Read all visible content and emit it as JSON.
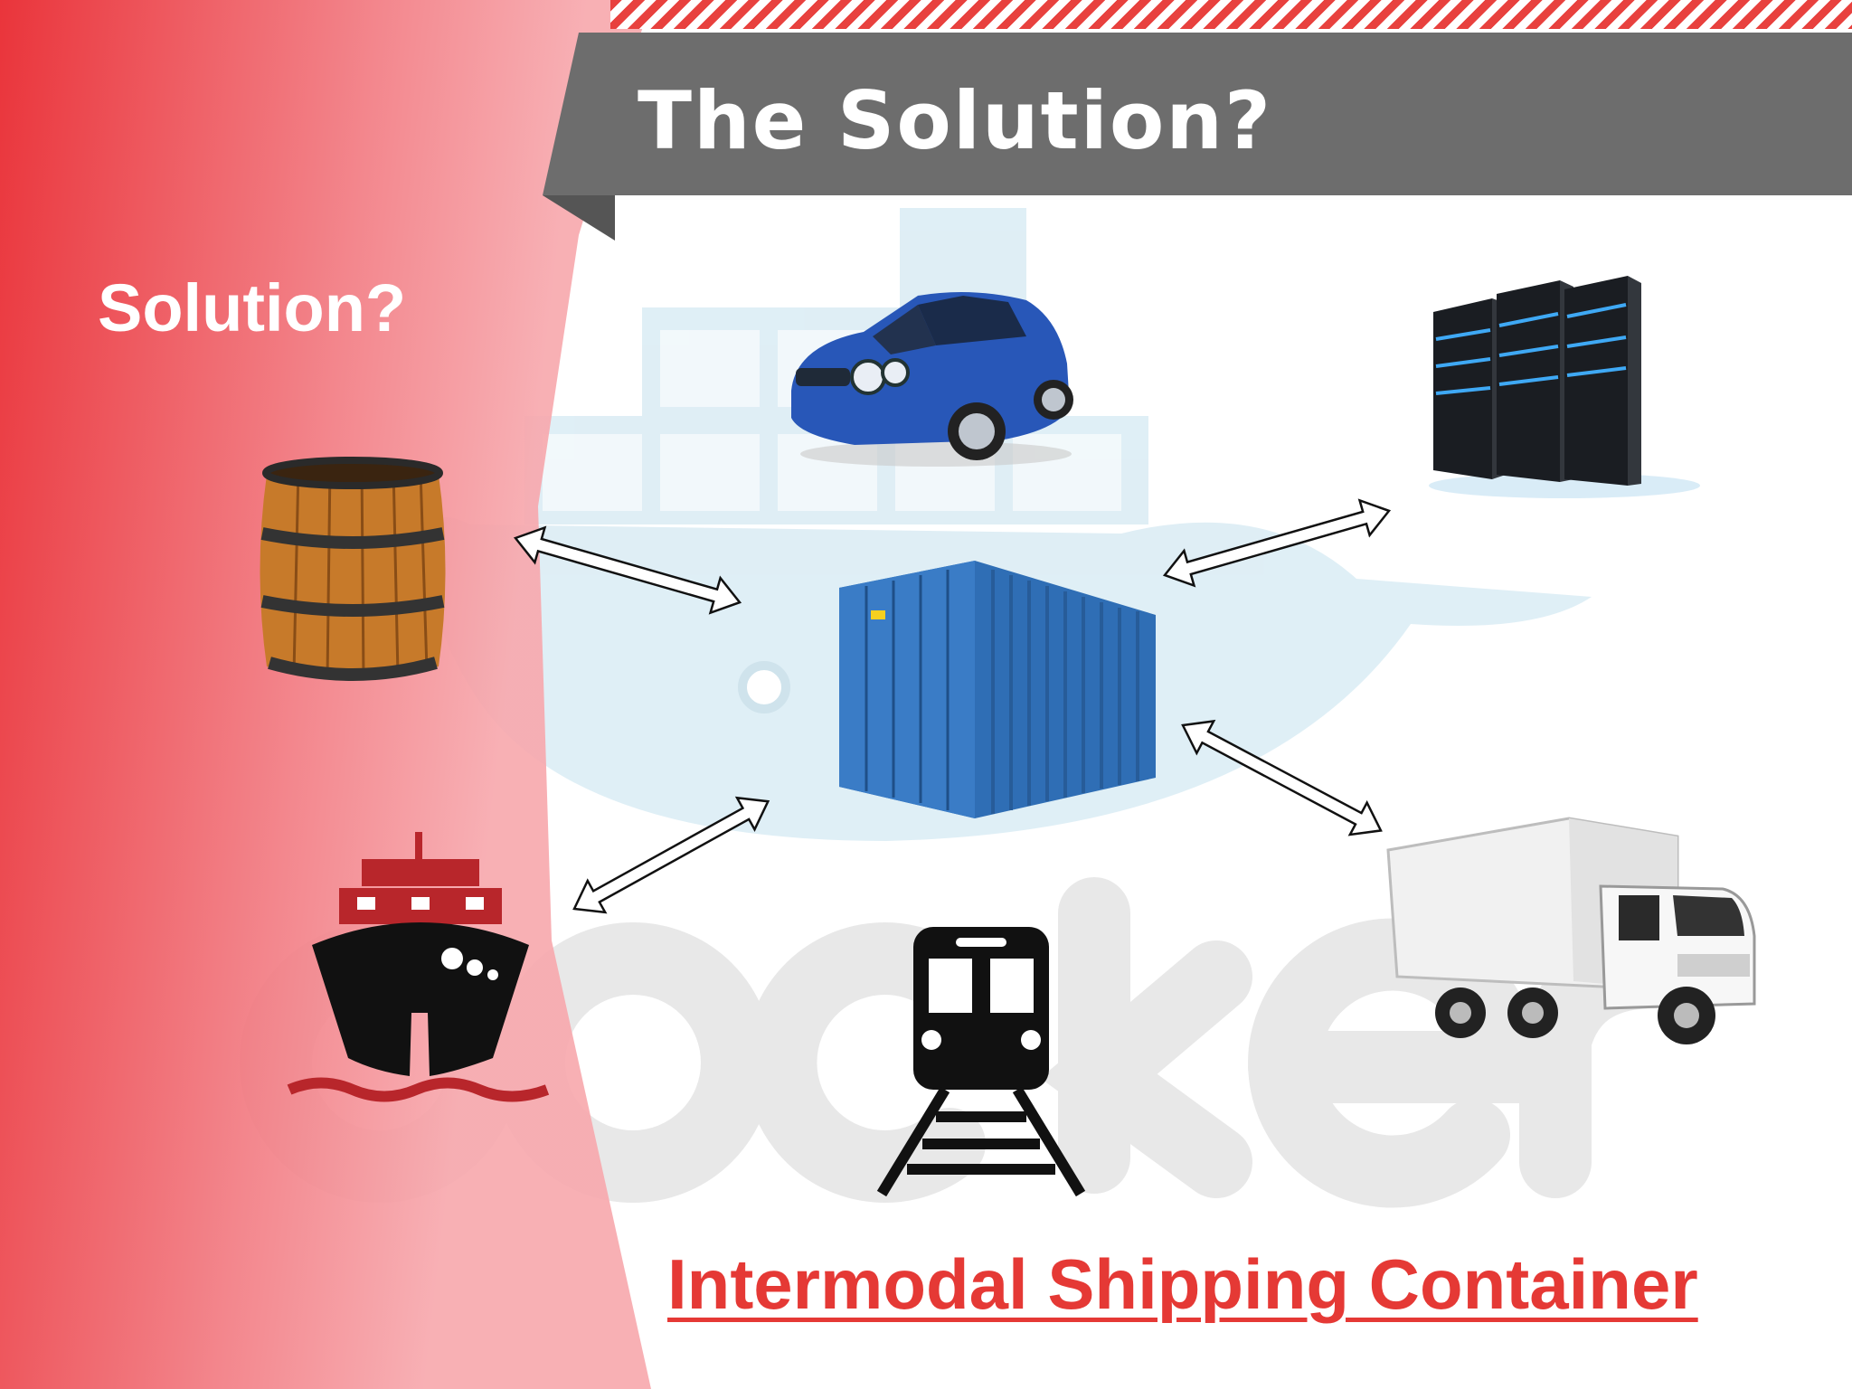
{
  "slide": {
    "title": "The Solution?",
    "side_label": "Solution?",
    "caption": "Intermodal Shipping Container",
    "watermark_text": "docker"
  },
  "illustrations": [
    {
      "name": "car-image",
      "depicts": "blue hatchback car"
    },
    {
      "name": "server-rack-image",
      "depicts": "server racks"
    },
    {
      "name": "barrel-image",
      "depicts": "wooden barrel"
    },
    {
      "name": "shipping-container-image",
      "depicts": "blue shipping container"
    },
    {
      "name": "ship-icon",
      "depicts": "cargo ship"
    },
    {
      "name": "train-icon",
      "depicts": "train on tracks"
    },
    {
      "name": "truck-image",
      "depicts": "white box truck"
    }
  ],
  "colors": {
    "accent_red": "#e8413e",
    "banner_gray": "#6d6d6d",
    "caption_red": "#e53935",
    "container_blue": "#2f6eb5",
    "watermark_blue": "#d8ecf4"
  }
}
